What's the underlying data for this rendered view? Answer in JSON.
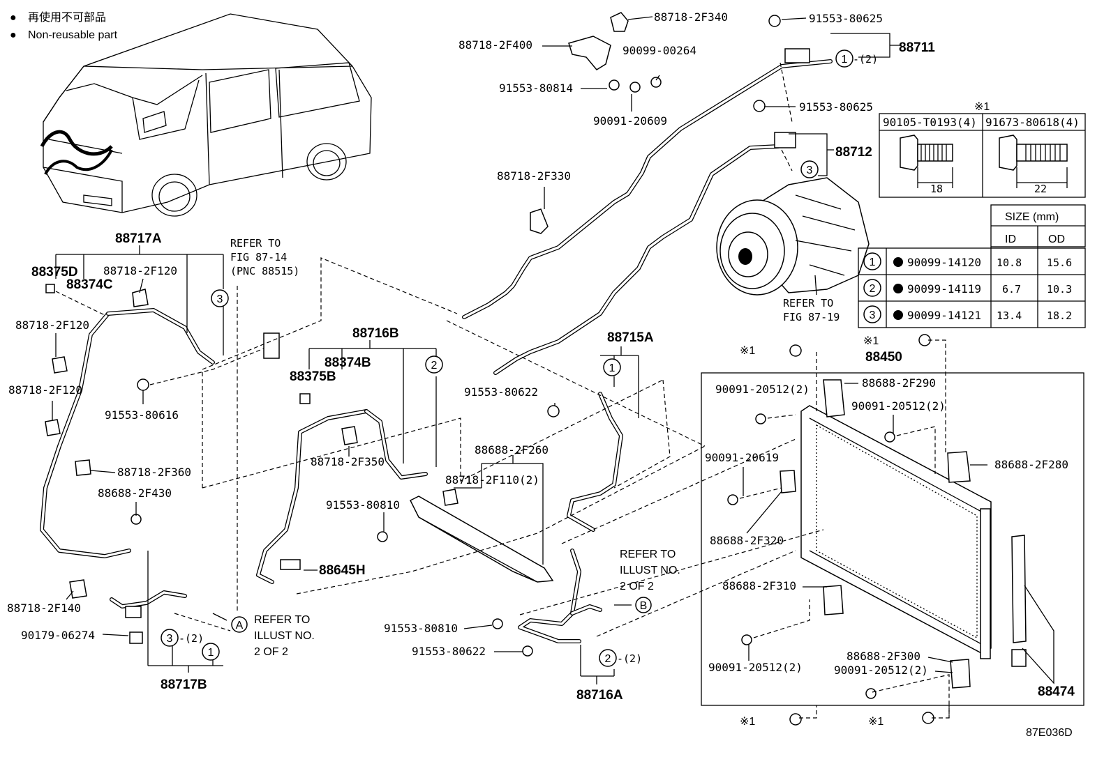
{
  "legend": {
    "bullet": "●",
    "jp_text": "再使用不可部品",
    "en_text": "Non-reusable part"
  },
  "figure_code": "87E036D",
  "callouts": {
    "c_88717A": "88717A",
    "c_88717B": "88717B",
    "c_88716B": "88716B",
    "c_88716A": "88716A",
    "c_88715A": "88715A",
    "c_88711": "88711",
    "c_88712": "88712",
    "c_88450": "88450",
    "c_88474": "88474",
    "c_88645H": "88645H",
    "c_88375D": "88375D",
    "c_88374C": "88374C",
    "c_88374B": "88374B",
    "c_88375B": "88375B",
    "p_88718_2F340": "88718-2F340",
    "p_88718_2F400": "88718-2F400",
    "p_90099_00264": "90099-00264",
    "p_91553_80814": "91553-80814",
    "p_90091_20609": "90091-20609",
    "p_91553_80625a": "91553-80625",
    "p_91553_80625b": "91553-80625",
    "p_88718_2F330": "88718-2F330",
    "p_88718_2F120a": "88718-2F120",
    "p_88718_2F120b": "88718-2F120",
    "p_88718_2F120c": "88718-2F120",
    "p_91553_80616": "91553-80616",
    "p_88718_2F360": "88718-2F360",
    "p_88688_2F430": "88688-2F430",
    "p_88718_2F140": "88718-2F140",
    "p_90179_06274": "90179-06274",
    "p_88718_2F350": "88718-2F350",
    "p_91553_80622a": "91553-80622",
    "p_91553_80622b": "91553-80622",
    "p_88688_2F260": "88688-2F260",
    "p_88718_2F110": "88718-2F110(2)",
    "p_91553_80810a": "91553-80810",
    "p_91553_80810b": "91553-80810",
    "p_88688_2F290": "88688-2F290",
    "p_90091_20512a": "90091-20512(2)",
    "p_90091_20512b": "90091-20512(2)",
    "p_90091_20512c": "90091-20512(2)",
    "p_90091_20512d": "90091-20512(2)",
    "p_90091_20619": "90091-20619",
    "p_88688_2F320": "88688-2F320",
    "p_88688_2F280": "88688-2F280",
    "p_88688_2F310": "88688-2F310",
    "p_88688_2F300": "88688-2F300"
  },
  "circle_marks": {
    "one": "1",
    "two": "2",
    "three": "3",
    "A": "A",
    "B": "B",
    "qty2": "-(2)"
  },
  "references": {
    "fig87_14_line1": "REFER TO",
    "fig87_14_line2": "FIG 87-14",
    "fig87_14_line3": "(PNC 88515)",
    "fig87_19_line1": "REFER TO",
    "fig87_19_line2": "FIG 87-19",
    "illustA_line1": "REFER TO",
    "illustA_line2": "ILLUST NO.",
    "illustA_line3": "2 OF 2",
    "illustB_line1": "REFER TO",
    "illustB_line2": "ILLUST NO.",
    "illustB_line3": "2 OF 2"
  },
  "note_mark": "※1",
  "bolt_table": {
    "note": "※1",
    "col1_part": "90105-T0193(4)",
    "col1_dim": "18",
    "col2_part": "91673-80618(4)",
    "col2_dim": "22"
  },
  "oring_table": {
    "header_size": "SIZE (mm)",
    "header_id": "ID",
    "header_od": "OD",
    "rows": [
      {
        "mark": "1",
        "part": "90099-14120",
        "id": "10.8",
        "od": "15.6"
      },
      {
        "mark": "2",
        "part": "90099-14119",
        "id": "6.7",
        "od": "10.3"
      },
      {
        "mark": "3",
        "part": "90099-14121",
        "id": "13.4",
        "od": "18.2"
      }
    ]
  }
}
